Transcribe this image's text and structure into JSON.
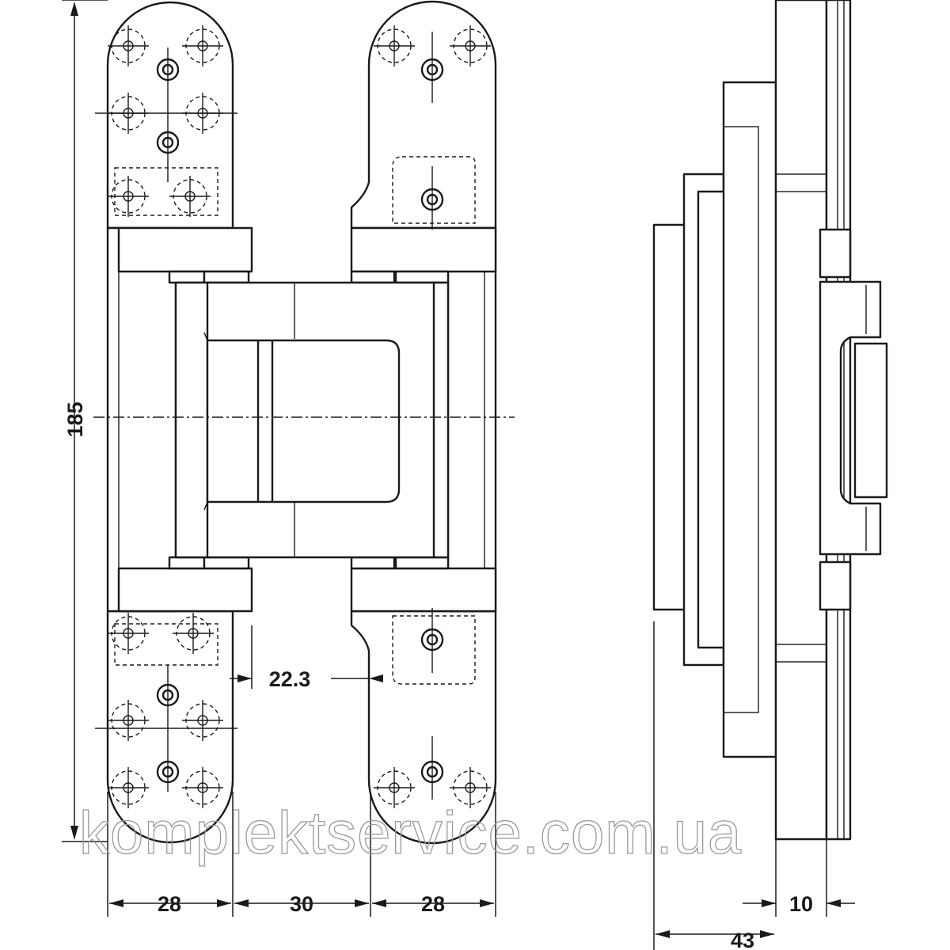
{
  "dimensions": {
    "height": "185",
    "left_leaf_width": "28",
    "center_width": "30",
    "right_leaf_width": "28",
    "gap": "22.3",
    "side_offset": "10",
    "side_depth": "43"
  },
  "watermark": "komplektservice.com.ua",
  "colors": {
    "line": "#1a1a1a",
    "watermark": "#9a9a9a",
    "background": "#ffffff"
  }
}
